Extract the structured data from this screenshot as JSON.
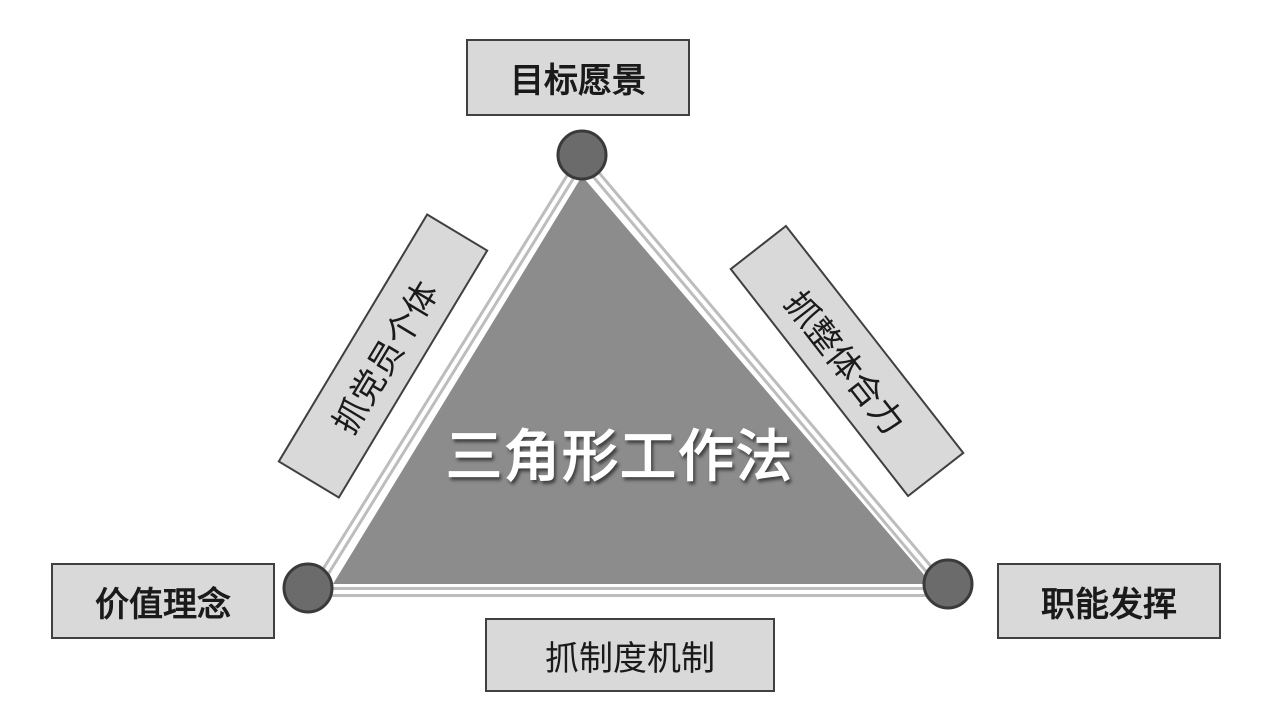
{
  "diagram": {
    "title": "三角形工作法",
    "vertices": {
      "top": "目标愿景",
      "left": "价值理念",
      "right": "职能发挥"
    },
    "edges": {
      "left": "抓党员个体",
      "right": "抓整体合力",
      "bottom": "抓制度机制"
    },
    "colors": {
      "triangle_fill": "#8c8c8c",
      "node_fill": "#6b6b6b",
      "box_fill": "#d9d9d9",
      "border": "#404040",
      "title_text": "#ffffff"
    }
  }
}
